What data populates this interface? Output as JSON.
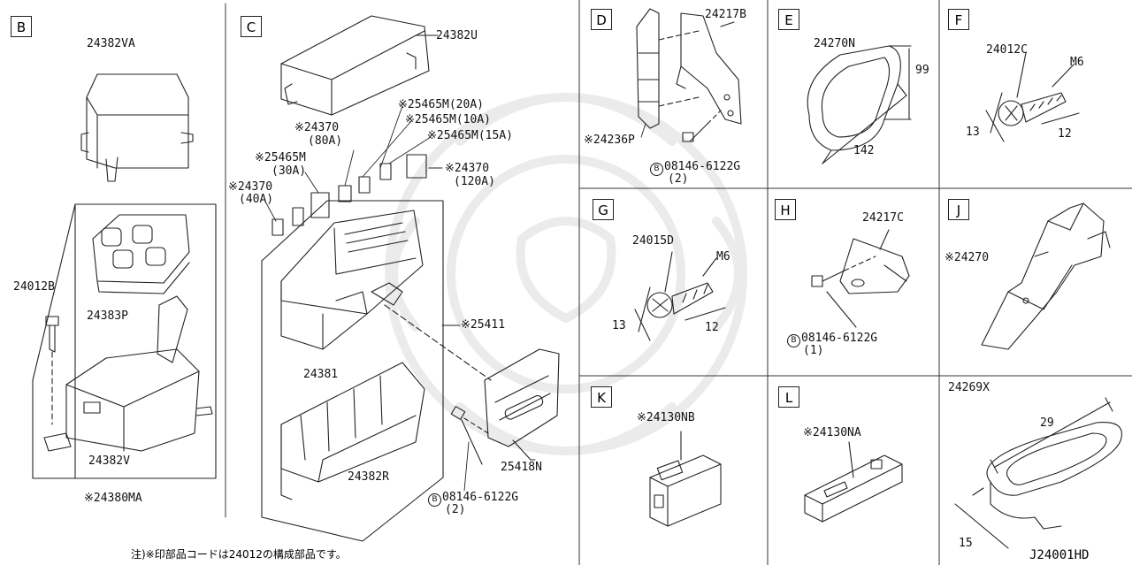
{
  "sections": {
    "B": "B",
    "C": "C",
    "D": "D",
    "E": "E",
    "F": "F",
    "G": "G",
    "H": "H",
    "J": "J",
    "K": "K",
    "L": "L"
  },
  "labels": {
    "b_24382VA": "24382VA",
    "b_24012B": "24012B",
    "b_24383P": "24383P",
    "b_24382V": "24382V",
    "b_24380MA": "※24380MA",
    "c_24382U": "24382U",
    "c_24370_80A_a": "※24370",
    "c_24370_80A_b": "(80A)",
    "c_25465M_20A": "※25465M(20A)",
    "c_25465M_10A": "※25465M(10A)",
    "c_25465M_15A": "※25465M(15A)",
    "c_25465M_30A_a": "※25465M",
    "c_25465M_30A_b": "(30A)",
    "c_24370_120A_a": "※24370",
    "c_24370_120A_b": "(120A)",
    "c_24370_40A_a": "※24370",
    "c_24370_40A_b": "(40A)",
    "c_25411": "※25411",
    "c_24381": "24381",
    "c_25418N": "25418N",
    "c_24382R": "24382R",
    "c_bolt_code": "08146-6122G",
    "c_bolt_qty": "(2)",
    "d_24217B": "24217B",
    "d_24236P": "※24236P",
    "d_bolt_code": "08146-6122G",
    "d_bolt_qty": "(2)",
    "e_24270N": "24270N",
    "e_99": "99",
    "e_142": "142",
    "f_24012C": "24012C",
    "f_M6": "M6",
    "f_13": "13",
    "f_12": "12",
    "g_24015D": "24015D",
    "g_M6": "M6",
    "g_13": "13",
    "g_12": "12",
    "h_24217C": "24217C",
    "h_bolt_code": "08146-6122G",
    "h_bolt_qty": "(1)",
    "j_24270": "※24270",
    "k_24130NB": "※24130NB",
    "l_24130NA": "※24130NA",
    "x_24269X": "24269X",
    "x_29": "29",
    "x_15": "15"
  },
  "bolt_symbol": "B",
  "footnote": "注)※印部品コードは24012の構成部品です。",
  "drawing_code": "J24001HD"
}
